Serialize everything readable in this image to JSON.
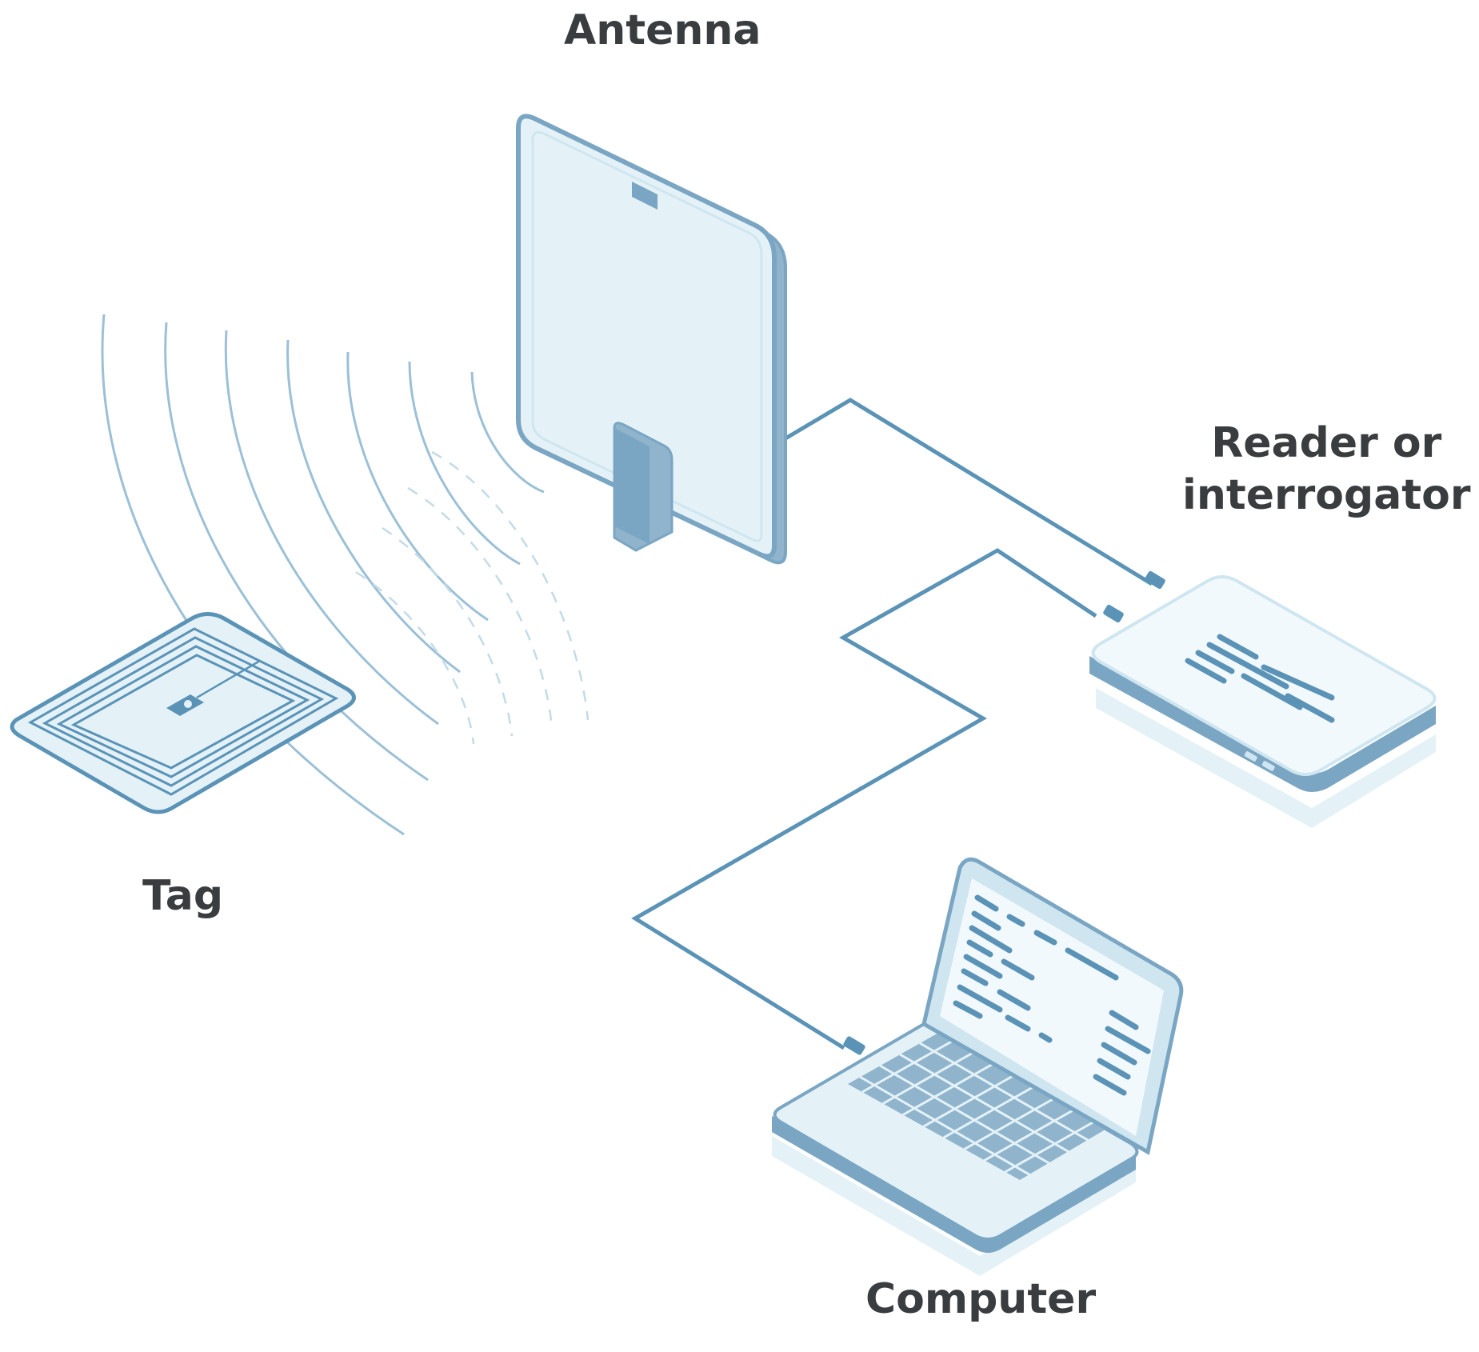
{
  "labels": {
    "antenna": "Antenna",
    "reader_line1": "Reader or",
    "reader_line2": "interrogator",
    "tag": "Tag",
    "computer": "Computer"
  },
  "colors": {
    "line": "#5b93b7",
    "fill_light": "#e4f2f8",
    "fill_mid": "#cfe6f0",
    "edge_dark": "#7aa6c3",
    "wave": "#9cc0d6",
    "text": "#3a3d40"
  },
  "icons": [
    "antenna-icon",
    "reader-icon",
    "rfid-tag-icon",
    "laptop-icon",
    "radio-waves-icon"
  ]
}
